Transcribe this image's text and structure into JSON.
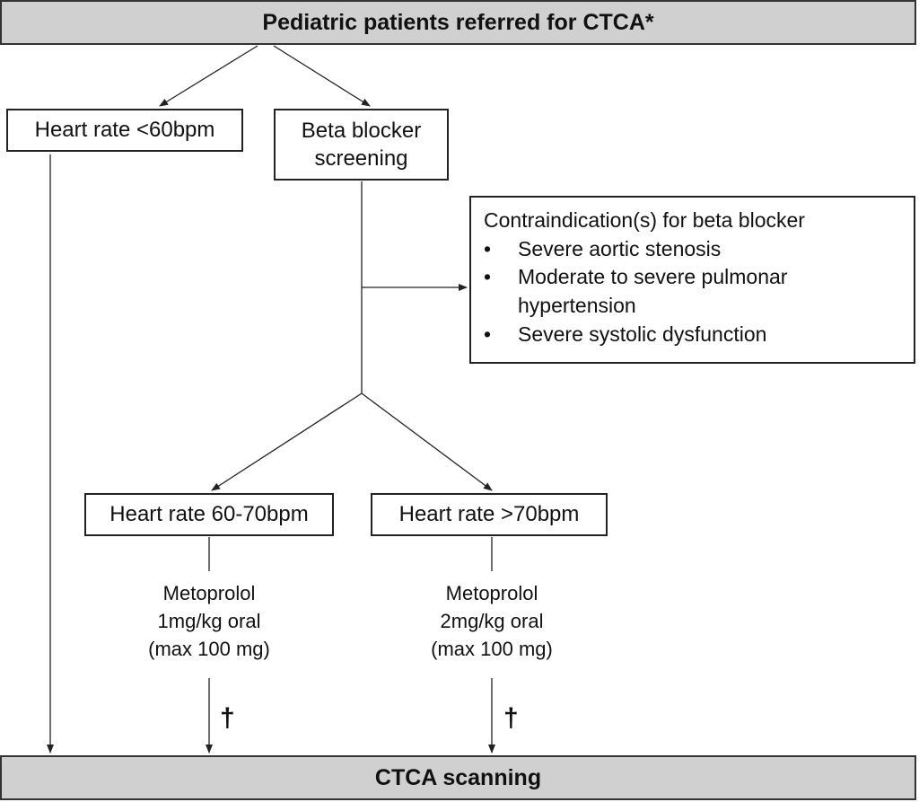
{
  "top_bar": {
    "text": "Pediatric patients referred for CTCA*"
  },
  "nodes": {
    "hr_low": "Heart rate <60bpm",
    "beta_screen": [
      "Beta blocker",
      "screening"
    ],
    "hr_mid": "Heart rate 60-70bpm",
    "hr_high": "Heart rate >70bpm"
  },
  "contraindications": {
    "title": "Contraindication(s) for beta blocker",
    "items": [
      "Severe aortic stenosis",
      "Moderate to severe pulmonar hypertension",
      "Severe systolic dysfunction"
    ]
  },
  "medications": {
    "mid": [
      "Metoprolol",
      "1mg/kg oral",
      "(max 100 mg)"
    ],
    "high": [
      "Metoprolol",
      "2mg/kg oral",
      "(max 100 mg)"
    ]
  },
  "dagger_symbol": "†",
  "bottom_bar": {
    "text": "CTCA scanning"
  },
  "colors": {
    "bar_fill": "#d0d0d0",
    "line": "#222222"
  }
}
